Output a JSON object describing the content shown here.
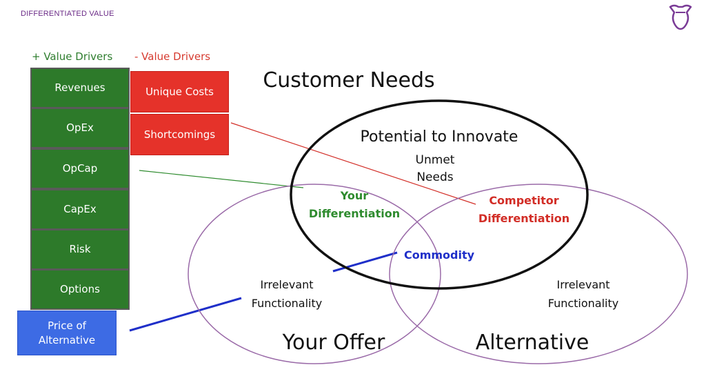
{
  "slide": {
    "label": "DIFFERENTIATED VALUE",
    "logo_icon": "vessel-outline-icon",
    "accent_color": "#7a3b96"
  },
  "drivers": {
    "plus_header": "+ Value Drivers",
    "minus_header": "- Value Drivers",
    "plus_items": [
      "Revenues",
      "OpEx",
      "OpCap",
      "CapEx",
      "Risk",
      "Options"
    ],
    "minus_items": [
      "Unique Costs",
      "Shortcomings"
    ],
    "price_box": "Price of Alternative",
    "colors": {
      "plus": "#2d7a2a",
      "minus": "#e5322a",
      "price": "#3d6be4"
    }
  },
  "venn": {
    "title": "Customer Needs",
    "needs_circle": {
      "heading": "Potential to Innovate",
      "sub_line1": "Unmet",
      "sub_line2": "Needs"
    },
    "your_differentiation": {
      "line1": "Your",
      "line2": "Differentiation",
      "color": "#2e8b2e"
    },
    "competitor_differentiation": {
      "line1": "Competitor",
      "line2": "Differentiation",
      "color": "#d22d26"
    },
    "commodity": {
      "label": "Commodity",
      "color": "#1f2fc9"
    },
    "left_irrelevant": {
      "line1": "Irrelevant",
      "line2": "Functionality"
    },
    "right_irrelevant": {
      "line1": "Irrelevant",
      "line2": "Functionality"
    },
    "offer_label": "Your Offer",
    "alternative_label": "Alternative"
  }
}
